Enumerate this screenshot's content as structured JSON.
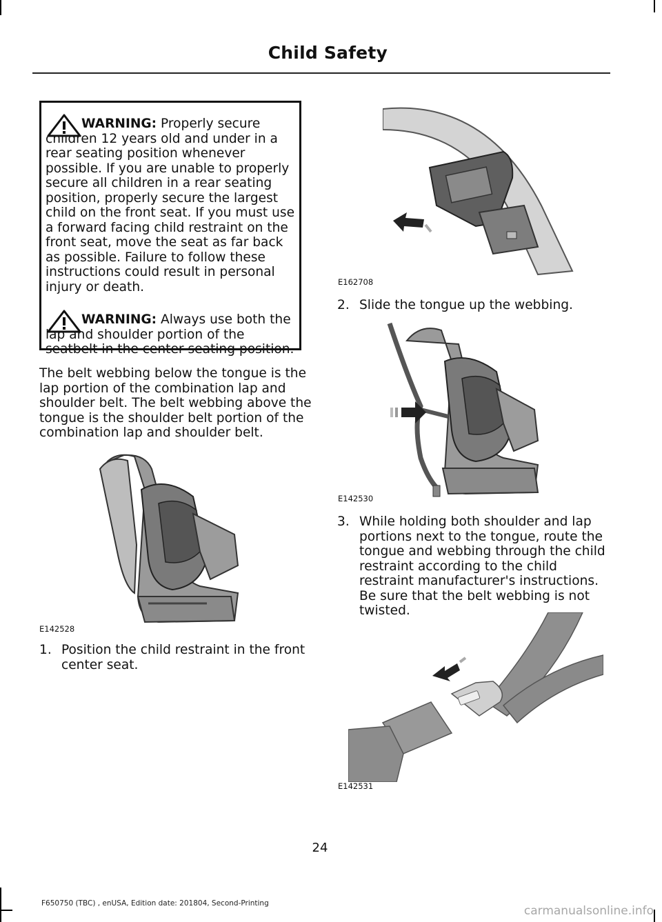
{
  "header": {
    "title": "Child Safety"
  },
  "warnings": [
    {
      "label": "WARNING:",
      "text": "Properly secure children 12 years old and under in a rear seating position whenever possible. If you are unable to properly secure all children in a rear seating position, properly secure the largest child on the front seat. If you must use a forward facing child restraint on the front seat, move the seat as far back as possible. Failure to follow these instructions could result in personal injury or death."
    },
    {
      "label": "WARNING:",
      "text": "Always use both the lap and shoulder portion of the seatbelt in the center seating position."
    }
  ],
  "intro_paragraph": "The belt webbing below the tongue is the lap portion of the combination lap and shoulder belt. The belt webbing above the tongue is the shoulder belt portion of the combination lap and shoulder belt.",
  "figures": [
    {
      "code": "E142528"
    },
    {
      "code": "E162708"
    },
    {
      "code": "E142530"
    },
    {
      "code": "E142531"
    }
  ],
  "steps": [
    {
      "num": "1.",
      "text": "Position the child restraint in the front center seat."
    },
    {
      "num": "2.",
      "text": "Slide the tongue up the webbing."
    },
    {
      "num": "3.",
      "text": "While holding both shoulder and lap portions next to the tongue, route the tongue and webbing through the child restraint according to the child restraint manufacturer's instructions. Be sure that the belt webbing is not twisted."
    }
  ],
  "page_number": "24",
  "footer_text": "F650750 (TBC) , enUSA, Edition date: 201804, Second-Printing",
  "watermark": "carmanualsonline.info"
}
